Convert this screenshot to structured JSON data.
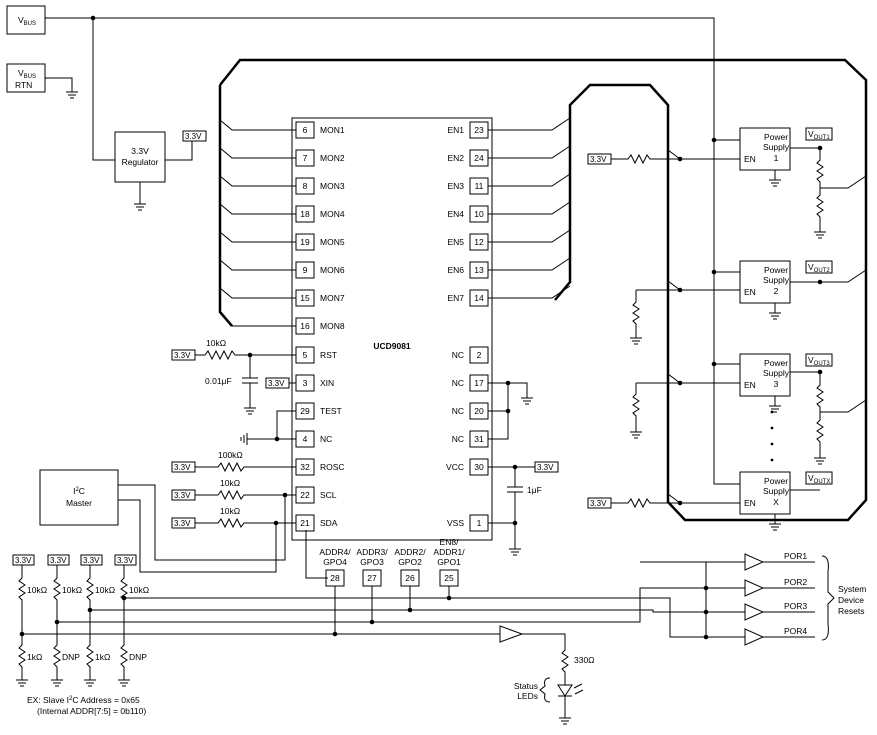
{
  "chip": {
    "name": "UCD9081"
  },
  "sources": {
    "vbus": "V",
    "vbus_sub": "BUS",
    "vbusrtn": "V",
    "vbusrtn_sub": "BUS",
    "vbusrtn_rtn": "RTN",
    "reg_line1": "3.3V",
    "reg_line2": "Regulator",
    "supply_3v3": "3.3V"
  },
  "left_pins": [
    {
      "num": "6",
      "name": "MON1"
    },
    {
      "num": "7",
      "name": "MON2"
    },
    {
      "num": "8",
      "name": "MON3"
    },
    {
      "num": "18",
      "name": "MON4"
    },
    {
      "num": "19",
      "name": "MON5"
    },
    {
      "num": "9",
      "name": "MON6"
    },
    {
      "num": "15",
      "name": "MON7"
    },
    {
      "num": "16",
      "name": "MON8"
    },
    {
      "num": "5",
      "name": "RST"
    },
    {
      "num": "3",
      "name": "XIN"
    },
    {
      "num": "29",
      "name": "TEST"
    },
    {
      "num": "4",
      "name": "NC"
    },
    {
      "num": "32",
      "name": "ROSC"
    },
    {
      "num": "22",
      "name": "SCL"
    },
    {
      "num": "21",
      "name": "SDA"
    }
  ],
  "right_pins": [
    {
      "num": "23",
      "name": "EN1"
    },
    {
      "num": "24",
      "name": "EN2"
    },
    {
      "num": "11",
      "name": "EN3"
    },
    {
      "num": "10",
      "name": "EN4"
    },
    {
      "num": "12",
      "name": "EN5"
    },
    {
      "num": "13",
      "name": "EN6"
    },
    {
      "num": "14",
      "name": "EN7"
    },
    {
      "num": "2",
      "name": "NC"
    },
    {
      "num": "17",
      "name": "NC"
    },
    {
      "num": "20",
      "name": "NC"
    },
    {
      "num": "31",
      "name": "NC"
    },
    {
      "num": "30",
      "name": "VCC"
    },
    {
      "num": "1",
      "name": "VSS"
    }
  ],
  "bottom_pins": [
    {
      "num": "28",
      "l1": "ADDR4/",
      "l2": "GPO4"
    },
    {
      "num": "27",
      "l1": "ADDR3/",
      "l2": "GPO3"
    },
    {
      "num": "26",
      "l1": "ADDR2/",
      "l2": "GPO2"
    },
    {
      "num": "25",
      "l0": "EN8/",
      "l1": "ADDR1/",
      "l2": "GPO1"
    }
  ],
  "components": {
    "r_rst": "10kΩ",
    "c_rst": "0.01μF",
    "r_rosc": "100kΩ",
    "r_scl": "10kΩ",
    "r_sda": "10kΩ",
    "c_vcc": "1μF",
    "r_addr_up": "10kΩ",
    "r_addr_dn": "1kΩ",
    "dnp": "DNP",
    "r_led": "330Ω"
  },
  "i2c": {
    "line1": "I",
    "sup": "2",
    "line1b": "C",
    "line2": "Master"
  },
  "power_supplies": [
    {
      "l1": "Power",
      "l2": "Supply",
      "l3": "1",
      "en": "EN",
      "vout": "V",
      "vout_sub": "OUT1"
    },
    {
      "l1": "Power",
      "l2": "Supply",
      "l3": "2",
      "en": "EN",
      "vout": "V",
      "vout_sub": "OUT2"
    },
    {
      "l1": "Power",
      "l2": "Supply",
      "l3": "3",
      "en": "EN",
      "vout": "V",
      "vout_sub": "OUT3"
    },
    {
      "l1": "Power",
      "l2": "Supply",
      "l3": "X",
      "en": "EN",
      "vout": "V",
      "vout_sub": "OUTX"
    }
  ],
  "por": [
    "POR1",
    "POR2",
    "POR3",
    "POR4"
  ],
  "system_resets": [
    "System",
    "Device",
    "Resets"
  ],
  "status_leds": [
    "Status",
    "LEDs"
  ],
  "note": {
    "line1a": "EX: Slave I",
    "line1sup": "2",
    "line1b": "C Address = 0x65",
    "line2": "(Internal ADDR[7:5] = 0b110)"
  }
}
